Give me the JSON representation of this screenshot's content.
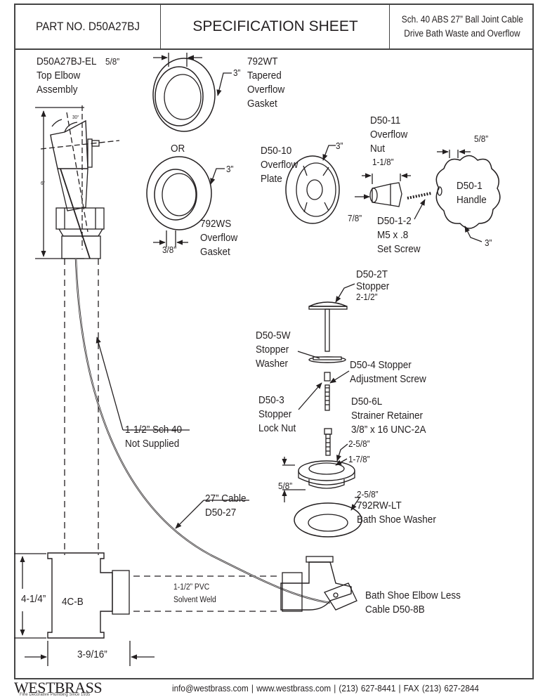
{
  "header": {
    "part_no": "PART NO.   D50A27BJ",
    "title": "SPECIFICATION SHEET",
    "description_line1": "Sch. 40 ABS 27” Ball Joint Cable",
    "description_line2": "Drive Bath Waste and Overflow"
  },
  "labels": {
    "elbow": [
      "D50A27BJ-EL",
      "Top Elbow",
      "Assembly"
    ],
    "elbow_angle": "30°",
    "elbow_height": "6”",
    "gasket_wt_width": "5/8”",
    "gasket_wt_dia": "3”",
    "gasket_wt": [
      "792WT",
      "Tapered",
      "Overflow",
      "Gasket"
    ],
    "or": "OR",
    "gasket_ws_dia": "3”",
    "gasket_ws_width": "3/8”",
    "gasket_ws": [
      "792WS",
      "Overflow",
      "Gasket"
    ],
    "plate": [
      "D50-10",
      "Overflow",
      "Plate"
    ],
    "plate_dia": "3”",
    "nut": [
      "D50-11",
      "Overflow",
      "Nut"
    ],
    "nut_len": "1-1/8”",
    "nut_dia": "7/8”",
    "set_screw": [
      "D50-1-2",
      "M5 x .8",
      "Set Screw"
    ],
    "handle_width": "5/8”",
    "handle": [
      "D50-1",
      "Handle"
    ],
    "handle_dia": "3”",
    "stopper": [
      "D50-2T",
      "Stopper"
    ],
    "stopper_dia": "2-1/2”",
    "stopper_washer": [
      "D50-5W",
      "Stopper",
      "Washer"
    ],
    "adj_screw": [
      "D50-4 Stopper",
      "Adjustment Screw"
    ],
    "lock_nut": [
      "D50-3",
      "Stopper",
      "Lock Nut"
    ],
    "strainer": [
      "D50-6L",
      "Strainer Retainer",
      "3/8” x 16 UNC-2A"
    ],
    "strainer_outer": "2-5/8”",
    "strainer_inner": "1-7/8”",
    "strainer_height": "5/8”",
    "shoe_washer_dia": "2-5/8”",
    "shoe_washer": [
      "792RW-LT",
      "Bath Shoe Washer"
    ],
    "pipe": [
      "1-1/2” Sch 40",
      "Not Supplied"
    ],
    "cable": [
      "27” Cable",
      "D50-27"
    ],
    "tee_height": "4-1/4”",
    "tee": "4C-B",
    "pvc": [
      "1-1/2” PVC",
      "Solvent Weld"
    ],
    "shoe_elbow": [
      "Bath Shoe Elbow Less",
      "Cable D50-8B"
    ],
    "tee_width": "3-9/16”"
  },
  "footer": {
    "brand": "WESTBRASS",
    "tagline": "Fine Decorative Plumbing Since 1935",
    "contact": "info@westbrass.com | www.westbrass.com   |   (213) 627-8441   |   FAX (213) 627-2844"
  }
}
